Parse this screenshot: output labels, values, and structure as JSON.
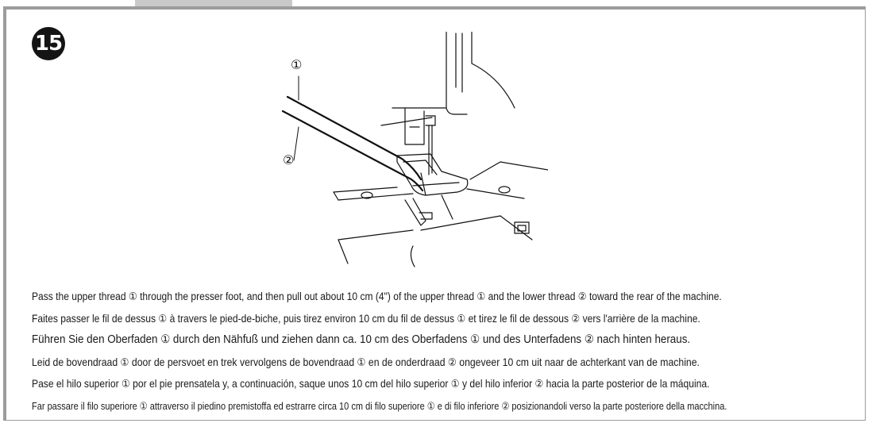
{
  "step": {
    "number": "15"
  },
  "callouts": {
    "one": "①",
    "two": "②"
  },
  "instructions": [
    {
      "lang": "en",
      "text": "Pass the upper thread ① through the presser foot, and then pull out about 10 cm (4\") of the upper thread ① and the lower thread ② toward the rear of the machine."
    },
    {
      "lang": "fr",
      "text": "Faites passer le fil de dessus ① à travers le pied-de-biche, puis tirez environ 10 cm du fil de dessus ① et tirez le fil de dessous ② vers l'arrière de la machine."
    },
    {
      "lang": "de",
      "text": "Führen Sie den Oberfaden ① durch den Nähfuß und ziehen dann ca. 10 cm des Oberfadens ① und des Unterfadens ② nach hinten heraus."
    },
    {
      "lang": "nl",
      "text": "Leid de bovendraad ① door de persvoet en trek vervolgens de bovendraad ① en de onderdraad ② ongeveer 10 cm uit naar de achterkant van de machine."
    },
    {
      "lang": "es",
      "text": "Pase el hilo superior ① por el pie prensatela y, a continuación, saque unos 10 cm del hilo superior ① y del hilo inferior ② hacia la parte posterior de la máquina."
    },
    {
      "lang": "it",
      "text": "Far passare il filo superiore ① attraverso il piedino premistoffa ed estrarre circa 10 cm di filo superiore ① e di filo inferiore ② posizionandoli verso la parte posteriore della macchina."
    }
  ],
  "colors": {
    "frame": "#9c9c9c",
    "tab": "#c9c9c9",
    "badge": "#141414",
    "text": "#1a1a1a"
  }
}
